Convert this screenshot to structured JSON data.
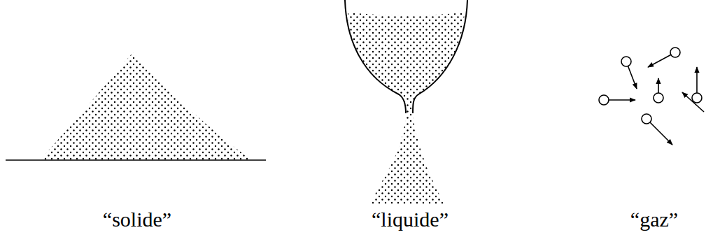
{
  "diagram": {
    "labels": [
      "“solide”",
      "“liquide”",
      "“gaz”"
    ]
  }
}
